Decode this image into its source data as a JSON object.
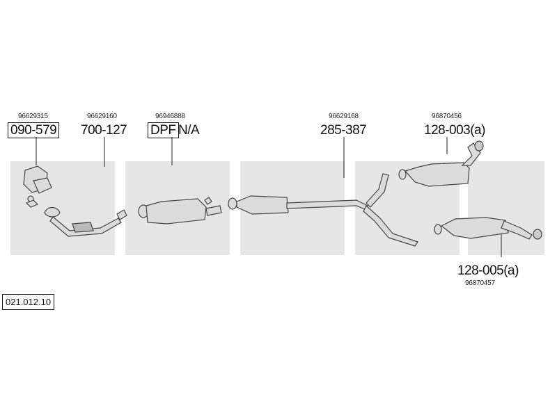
{
  "diagram_ref": "021.012.10",
  "parts": [
    {
      "id": "p1",
      "oem": "96629315",
      "number": "090-579",
      "boxed": true
    },
    {
      "id": "p2",
      "oem": "96629160",
      "number": "700-127",
      "boxed": false
    },
    {
      "id": "p3",
      "oem": "96946888",
      "number": "DPF",
      "suffix": "N/A",
      "boxed": true
    },
    {
      "id": "p4",
      "oem": "96629168",
      "number": "285-387",
      "boxed": false
    },
    {
      "id": "p5",
      "oem": "96870456",
      "number": "128-003(a)",
      "boxed": false
    },
    {
      "id": "p6",
      "oem": "96870457",
      "number": "128-005(a)",
      "boxed": false
    }
  ],
  "colors": {
    "watermark": "#e6e6e6",
    "line": "#444444",
    "part_fill": "#dcdcdc"
  }
}
